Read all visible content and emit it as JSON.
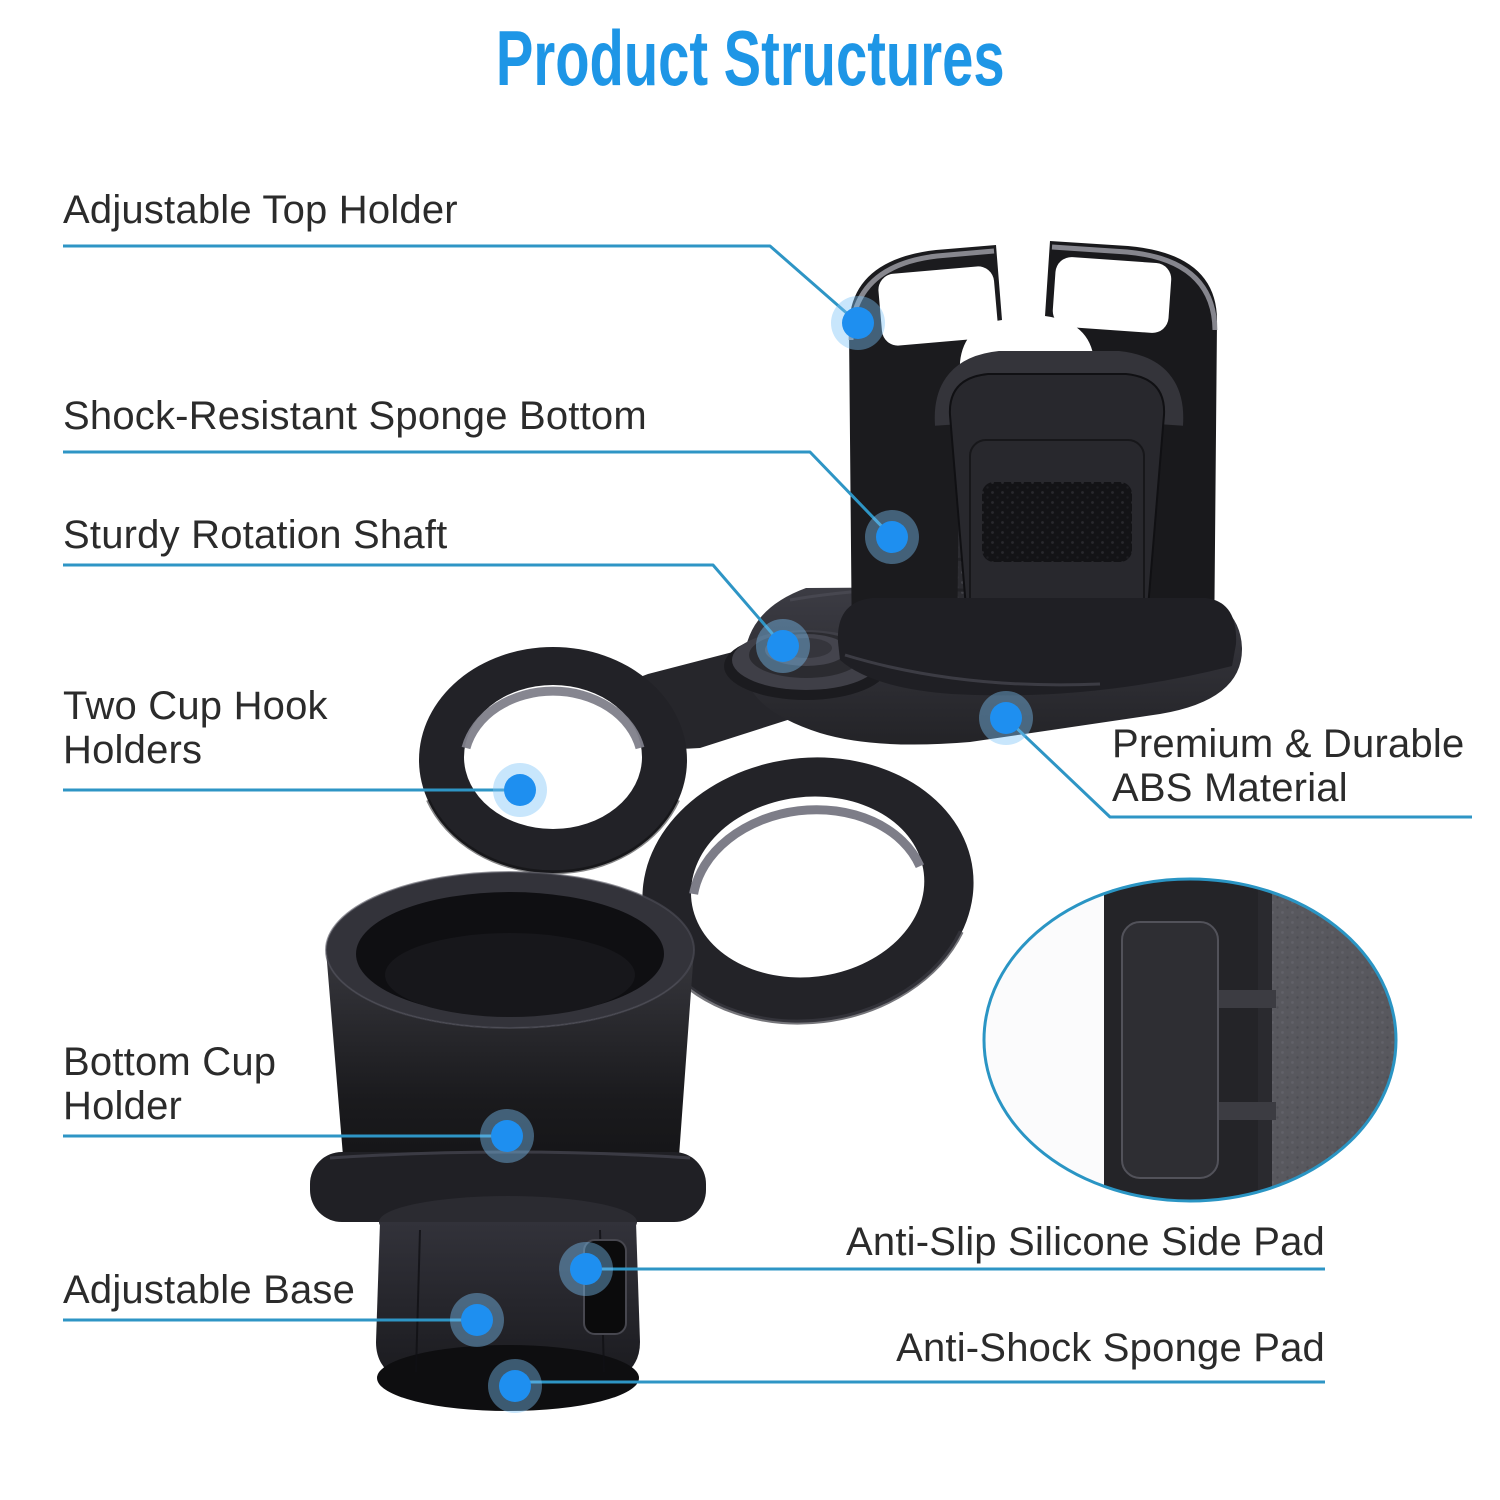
{
  "title": {
    "text": "Product Structures"
  },
  "callouts": [
    {
      "id": "adjustable-top-holder",
      "label": "Adjustable Top Holder"
    },
    {
      "id": "shock-resistant-sponge-bottom",
      "label": "Shock-Resistant Sponge Bottom"
    },
    {
      "id": "sturdy-rotation-shaft",
      "label": "Sturdy Rotation Shaft"
    },
    {
      "id": "two-cup-hook-holders",
      "label": "Two Cup Hook",
      "label2": "Holders"
    },
    {
      "id": "premium-abs-material",
      "label": "Premium & Durable",
      "label2": "ABS Material"
    },
    {
      "id": "bottom-cup-holder",
      "label": "Bottom Cup",
      "label2": "Holder"
    },
    {
      "id": "anti-slip-silicone-side-pad",
      "label": "Anti-Slip Silicone Side Pad"
    },
    {
      "id": "adjustable-base",
      "label": "Adjustable Base"
    },
    {
      "id": "anti-shock-sponge-pad",
      "label": "Anti-Shock Sponge Pad"
    }
  ],
  "colors": {
    "accent_blue": "#1e96e6",
    "leader_line": "#2e95c5",
    "dot": "#1e8ff0",
    "dot_halo": "#7cc4f8",
    "label_text": "#2b2b2b",
    "product_black": "#1d1d20",
    "background": "#ffffff"
  }
}
